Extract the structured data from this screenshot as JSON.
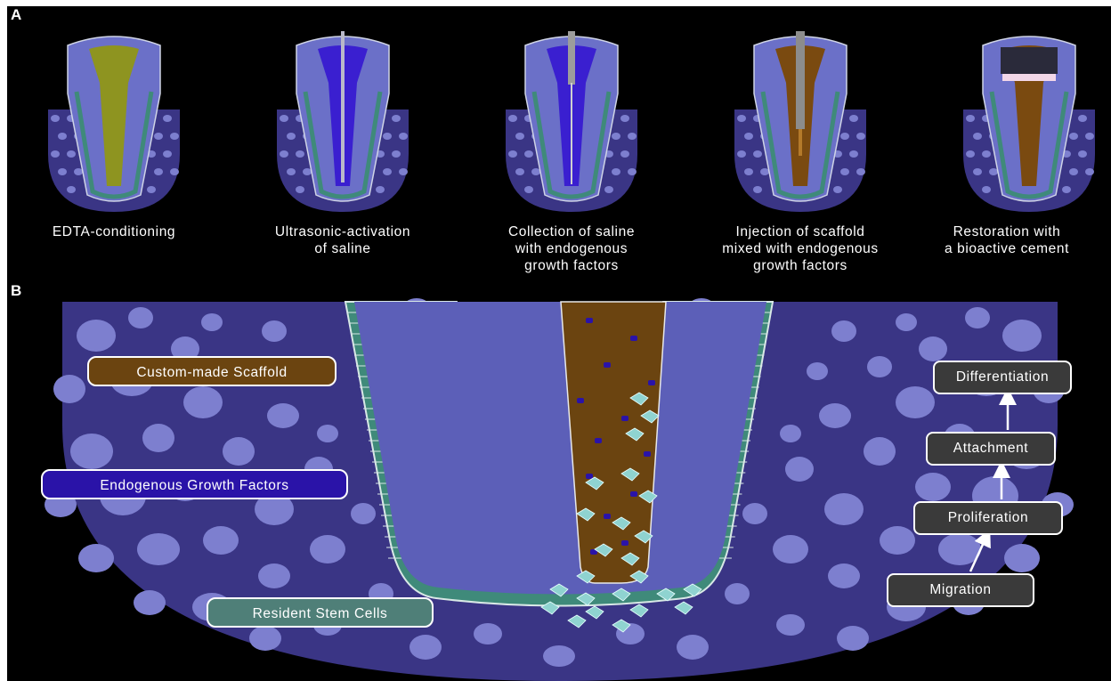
{
  "panel_a": {
    "label": "A",
    "steps": [
      {
        "lines": [
          "EDTA-conditioning"
        ],
        "canal_color": "#8e9420",
        "instrument": "none"
      },
      {
        "lines": [
          "Ultrasonic-activation",
          "of saline"
        ],
        "canal_color": "#3a1fd0",
        "instrument": "file"
      },
      {
        "lines": [
          "Collection of saline",
          "with endogenous",
          "growth factors"
        ],
        "canal_color": "#3a1fd0",
        "instrument": "needle"
      },
      {
        "lines": [
          "Injection of scaffold",
          "mixed with endogenous",
          "growth factors"
        ],
        "canal_color": "#7a4a10",
        "instrument": "syringe"
      },
      {
        "lines": [
          "Restoration with",
          "a bioactive cement"
        ],
        "canal_color": "#7a4a10",
        "instrument": "cement"
      }
    ]
  },
  "panel_b": {
    "label": "B",
    "legend": {
      "scaffold": {
        "label": "Custom-made Scaffold",
        "color": "#6b4410"
      },
      "growth_factors": {
        "label": "Endogenous Growth Factors",
        "color": "#2a13a8"
      },
      "stem_cells": {
        "label": "Resident Stem Cells",
        "color": "#4f7f78"
      }
    },
    "stages": {
      "migration": "Migration",
      "proliferation": "Proliferation",
      "attachment": "Attachment",
      "differentiation": "Differentiation"
    }
  },
  "colors": {
    "background": "#000000",
    "bone": "#3a3585",
    "bone_nodule": "#7d7fcf",
    "dentin": "#5c5fb8",
    "pdl": "#3f8a7a",
    "stem_cell": "#8fd3d0",
    "growth_factor_dot": "#2a13a8",
    "stage_box": "#3a3a3a"
  }
}
